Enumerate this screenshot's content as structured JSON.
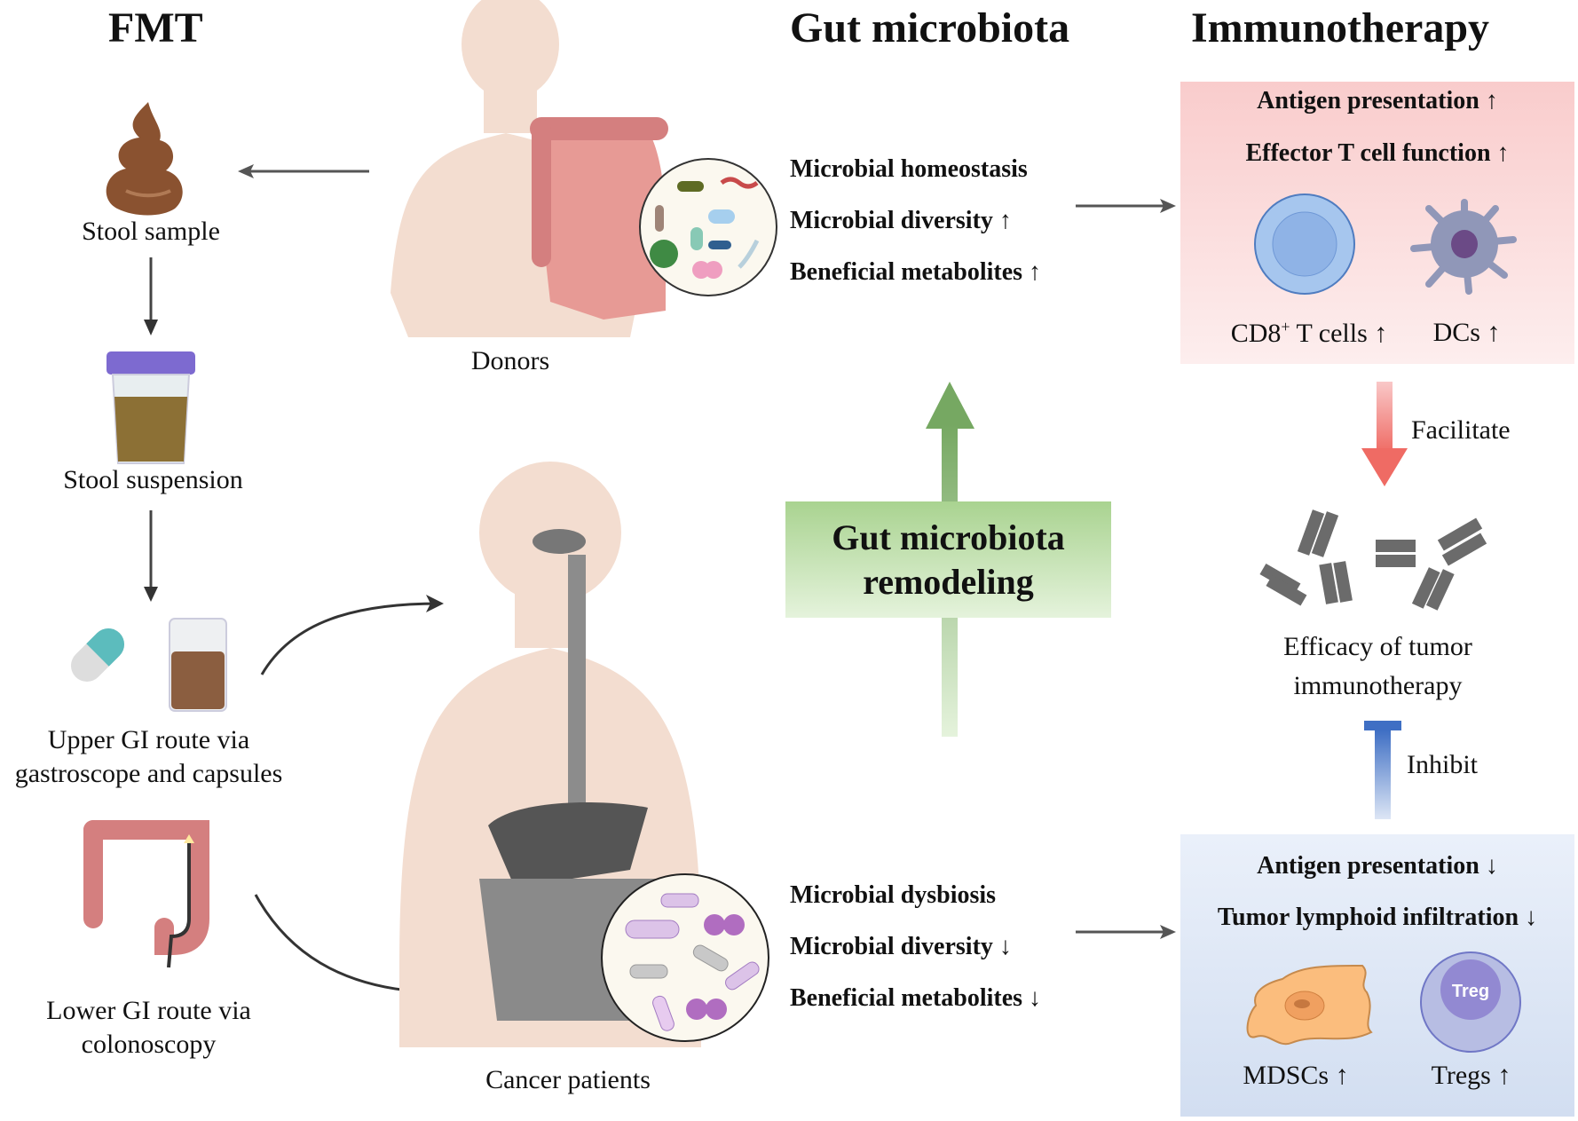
{
  "headers": {
    "fmt": "FMT",
    "gut_microbiota": "Gut microbiota",
    "immunotherapy": "Immunotherapy"
  },
  "fmt_steps": {
    "stool_sample": "Stool sample",
    "stool_suspension": "Stool suspension",
    "upper_gi_line1": "Upper GI route via",
    "upper_gi_line2": "gastroscope and capsules",
    "lower_gi_line1": "Lower GI route via",
    "lower_gi_line2": "colonoscopy"
  },
  "subjects": {
    "donors": "Donors",
    "cancer_patients": "Cancer patients"
  },
  "donor_microbiota": [
    "Microbial homeostasis",
    "Microbial diversity ↑",
    "Beneficial metabolites ↑"
  ],
  "patient_microbiota": [
    "Microbial dysbiosis",
    "Microbial diversity ↓",
    "Beneficial metabolites ↓"
  ],
  "remodeling": {
    "line1": "Gut microbiota",
    "line2": "remodeling"
  },
  "immune_positive": {
    "items": [
      "Antigen presentation ↑",
      "Effector T cell function ↑"
    ],
    "cd8_prefix": "CD8",
    "cd8_sup": "+",
    "cd8_suffix": " T cells ↑",
    "dcs": "DCs ↑"
  },
  "immune_negative": {
    "items": [
      "Antigen presentation ↓",
      "Tumor lymphoid infiltration ↓"
    ],
    "mdscs": "MDSCs ↑",
    "tregs": "Tregs ↑",
    "treg_cell_label": "Treg"
  },
  "center": {
    "facilitate": "Facilitate",
    "inhibit": "Inhibit",
    "efficacy_line1": "Efficacy of tumor",
    "efficacy_line2": "immunotherapy"
  },
  "colors": {
    "positive_box": "#f9cccc",
    "negative_box": "#d2def1",
    "remodel_green": "#a9d390",
    "facilitate_red": "#ef6b64",
    "inhibit_blue": "#3f6fc4"
  }
}
